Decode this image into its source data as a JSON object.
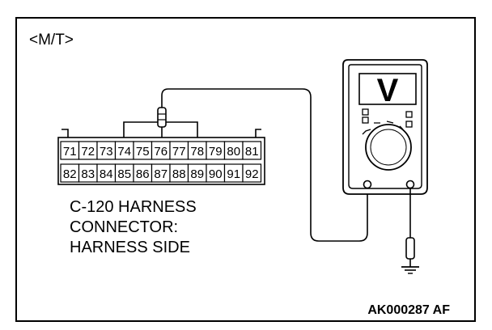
{
  "diagram": {
    "variant_label": "<M/T>",
    "connector": {
      "top_row_pins": [
        "71",
        "72",
        "73",
        "74",
        "75",
        "76",
        "77",
        "78",
        "79",
        "80",
        "81"
      ],
      "bottom_row_pins": [
        "82",
        "83",
        "84",
        "85",
        "86",
        "87",
        "88",
        "89",
        "90",
        "91",
        "92"
      ],
      "probed_pin": "76",
      "caption_lines": [
        "C-120 HARNESS",
        "CONNECTOR:",
        "HARNESS SIDE"
      ]
    },
    "meter": {
      "display_symbol": "V",
      "function": "voltage"
    },
    "ground": {
      "symbol": "ground-icon"
    },
    "figure_code": "AK000287 AF"
  }
}
